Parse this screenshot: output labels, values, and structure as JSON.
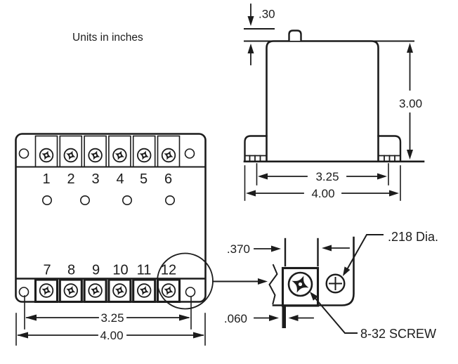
{
  "title": "Units in inches",
  "colors": {
    "ink": "#1c1c1c",
    "background": "#ffffff"
  },
  "front_view": {
    "top_terminal_labels": [
      "1",
      "2",
      "3",
      "4",
      "5",
      "6"
    ],
    "bottom_terminal_labels": [
      "7",
      "8",
      "9",
      "10",
      "11",
      "12"
    ],
    "hole_spacing_dim": "3.25",
    "overall_width_dim": "4.00"
  },
  "side_view": {
    "bump_height_dim": ".30",
    "overall_height_dim": "3.00",
    "foot_spacing_dim": "3.25",
    "overall_width_dim": "4.00"
  },
  "detail_view": {
    "terminal_width_dim": ".370",
    "wall_thickness_dim": ".060",
    "hole_diameter_label": ".218 Dia.",
    "screw_label": "8-32 SCREW"
  }
}
